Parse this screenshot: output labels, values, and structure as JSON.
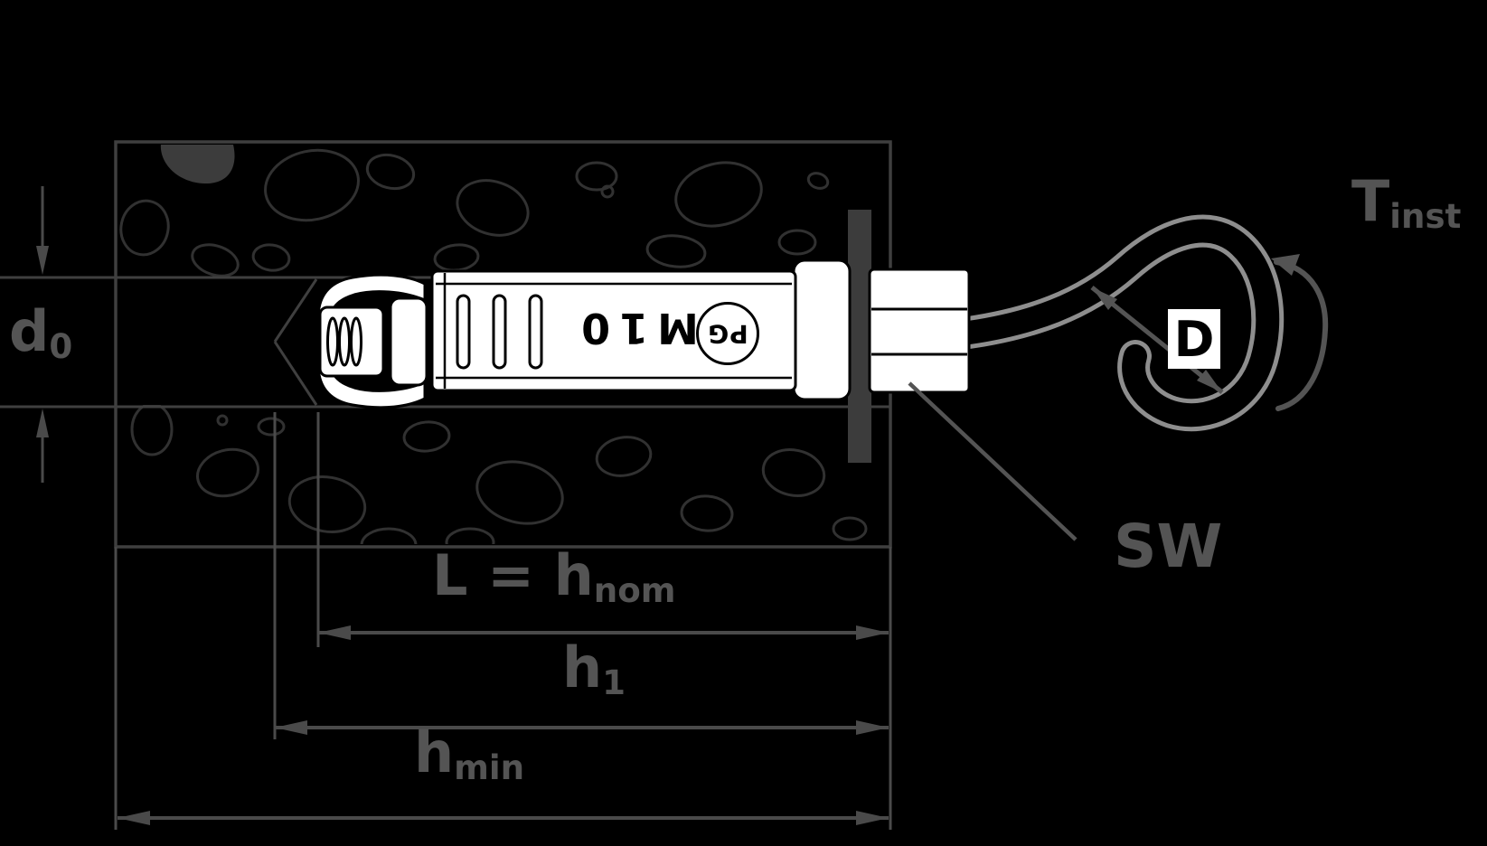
{
  "colors": {
    "bg": "#000000",
    "line": "#3f3f3f",
    "blob": "#313131",
    "plate": "#3c3c3c",
    "text": "#545454",
    "dim": "#4a4a4a",
    "anchor": "#ffffff",
    "detail": "#000000",
    "hook": "#8e8e8e"
  },
  "diagram": {
    "labels": {
      "hole_diameter": {
        "base": "d",
        "sub": "0"
      },
      "anchor_length": {
        "base": "L = h",
        "sub": "nom"
      },
      "hole_depth": {
        "base": "h",
        "sub": "1"
      },
      "min_member_thickness": {
        "base": "h",
        "sub": "min"
      },
      "wrench_size": "SW",
      "hook_inner_diameter": "D",
      "installation_torque": {
        "base": "T",
        "sub": "inst"
      }
    },
    "markings": {
      "size": "M10",
      "brand_stamp": "PG"
    }
  }
}
